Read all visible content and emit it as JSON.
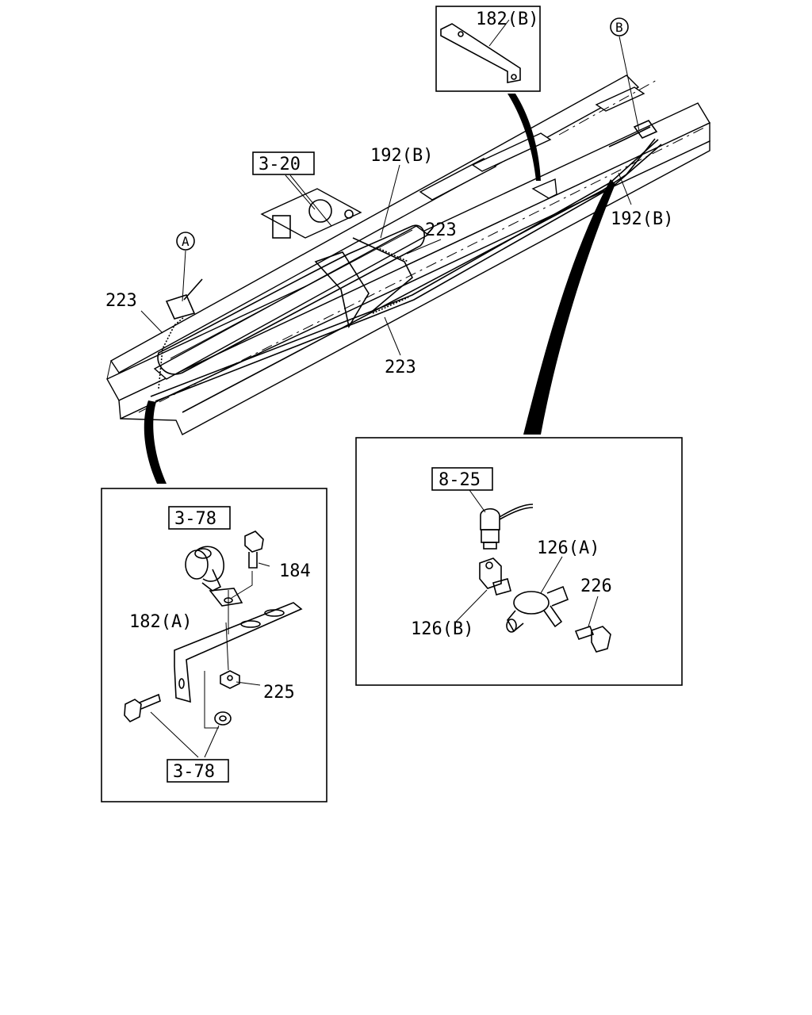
{
  "labels": {
    "ref_3_20": "3-20",
    "ref_8_25": "8-25",
    "ref_3_78_top": "3-78",
    "ref_3_78_bottom": "3-78",
    "p182B": "182(B)",
    "p192B_top": "192(B)",
    "p192B_right": "192(B)",
    "p223_a": "223",
    "p223_b": "223",
    "p223_c": "223",
    "p184": "184",
    "p182A": "182(A)",
    "p225": "225",
    "p126A": "126(A)",
    "p126B": "126(B)",
    "p226": "226",
    "callout_A": "A",
    "callout_B": "B"
  }
}
